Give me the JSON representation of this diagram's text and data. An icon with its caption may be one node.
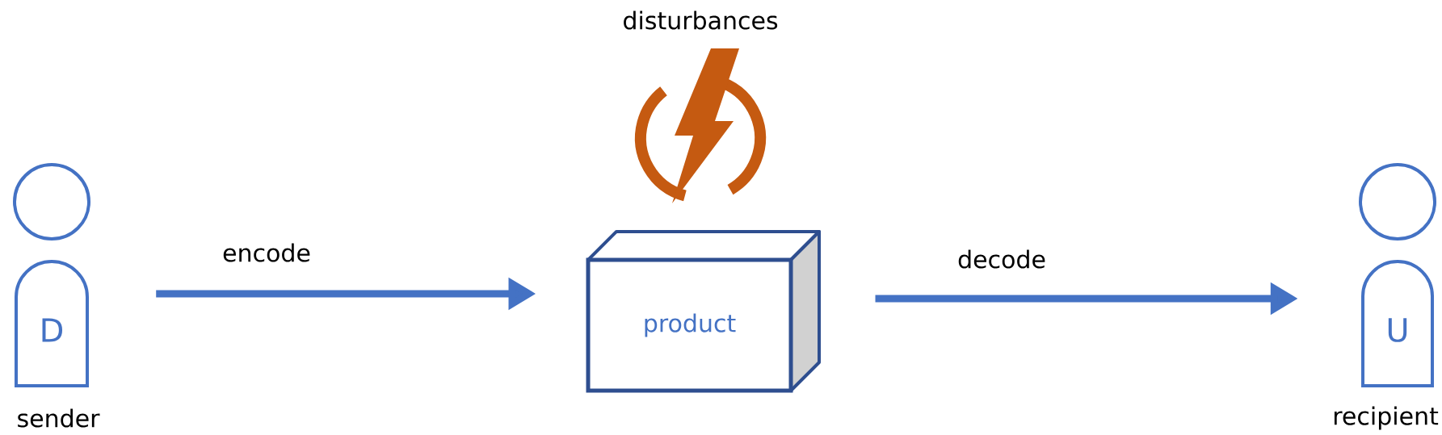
{
  "diagram": {
    "nodes": [
      {
        "text": [
          "D"
        ],
        "beside": [
          "sender"
        ]
      },
      {
        "text": [
          "product"
        ]
      },
      {
        "text": [
          "U"
        ],
        "beside": [
          "recipient"
        ]
      }
    ],
    "edges": [
      {
        "from": 0,
        "to": 1,
        "arrow": "to",
        "label": "encode"
      },
      {
        "from": 1,
        "to": 2,
        "arrow": "to",
        "label": "decode"
      }
    ],
    "labels": [
      "disturbances"
    ]
  }
}
